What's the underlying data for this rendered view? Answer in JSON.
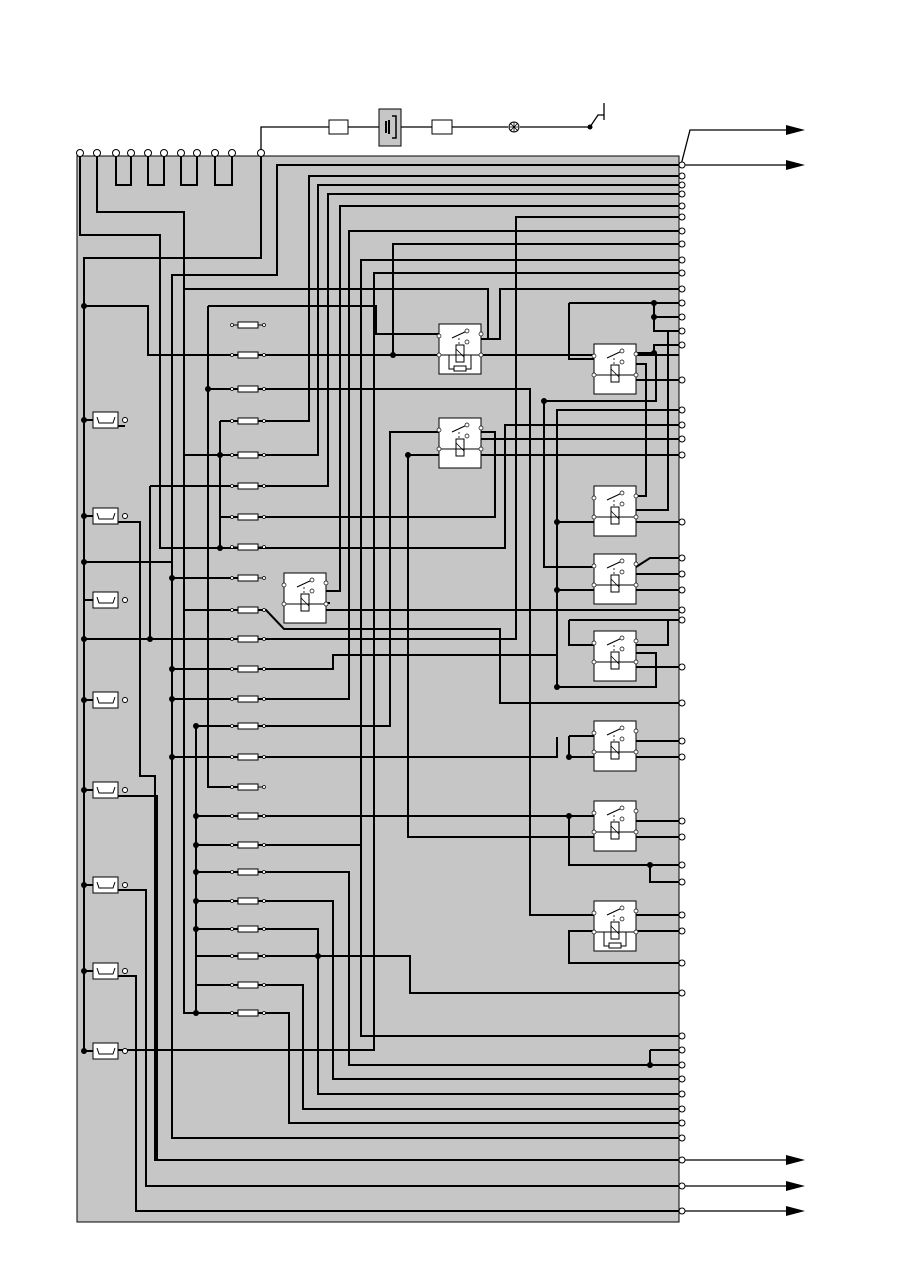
{
  "diagram": {
    "type": "wiring-schematic",
    "colors": {
      "panel": "#c6c6c6",
      "wire": "#000000",
      "component_fill": "#ffffff",
      "background": "#ffffff"
    },
    "component_types": [
      "fuse",
      "relay",
      "connector-block",
      "terminal",
      "junction-dot",
      "lamp",
      "switch",
      "resistor",
      "output-arrow"
    ]
  }
}
